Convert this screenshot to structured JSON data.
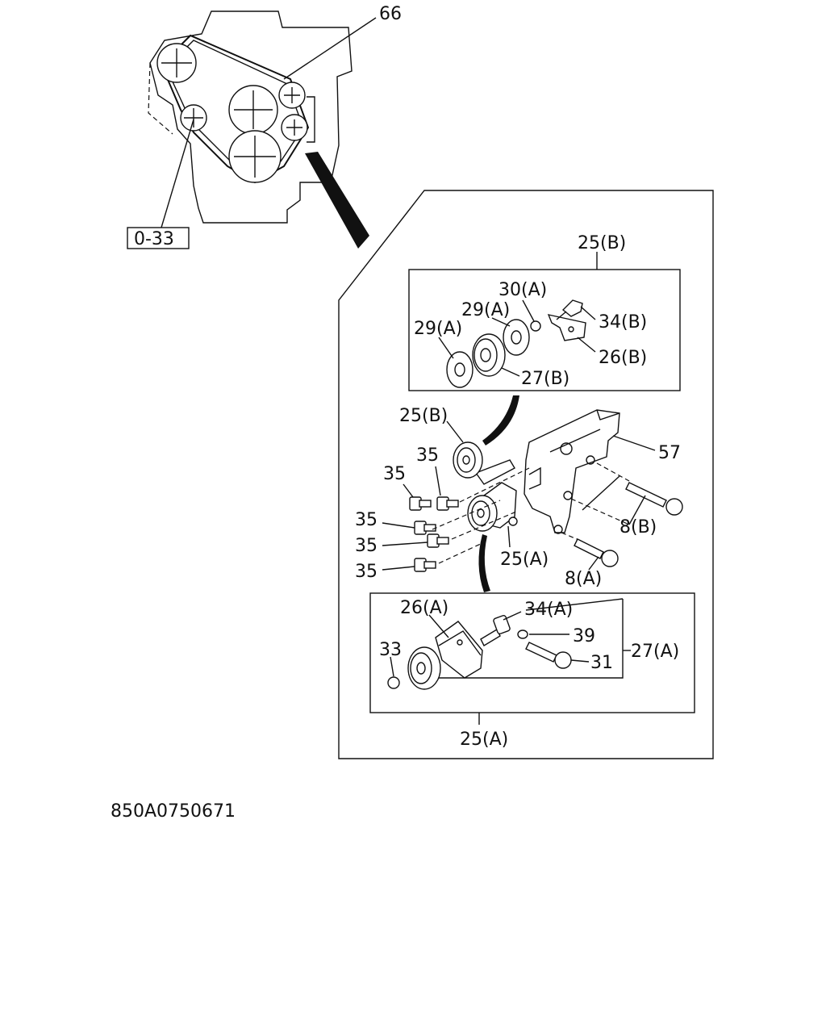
{
  "callouts": {
    "c66": "66",
    "c033": "0-33",
    "c25b_top": "25(B)",
    "c30a": "30(A)",
    "c29a_1": "29(A)",
    "c29a_2": "29(A)",
    "c34b": "34(B)",
    "c26b": "26(B)",
    "c27b": "27(B)",
    "c25b_mid": "25(B)",
    "c57": "57",
    "c35_1": "35",
    "c35_2": "35",
    "c35_3": "35",
    "c35_4": "35",
    "c35_5": "35",
    "c8b": "8(B)",
    "c25a_mid": "25(A)",
    "c8a": "8(A)",
    "c26a": "26(A)",
    "c34a": "34(A)",
    "c39": "39",
    "c33": "33",
    "c31": "31",
    "c27a": "27(A)",
    "c25a_bottom": "25(A)"
  },
  "figure_id": "850A0750671"
}
